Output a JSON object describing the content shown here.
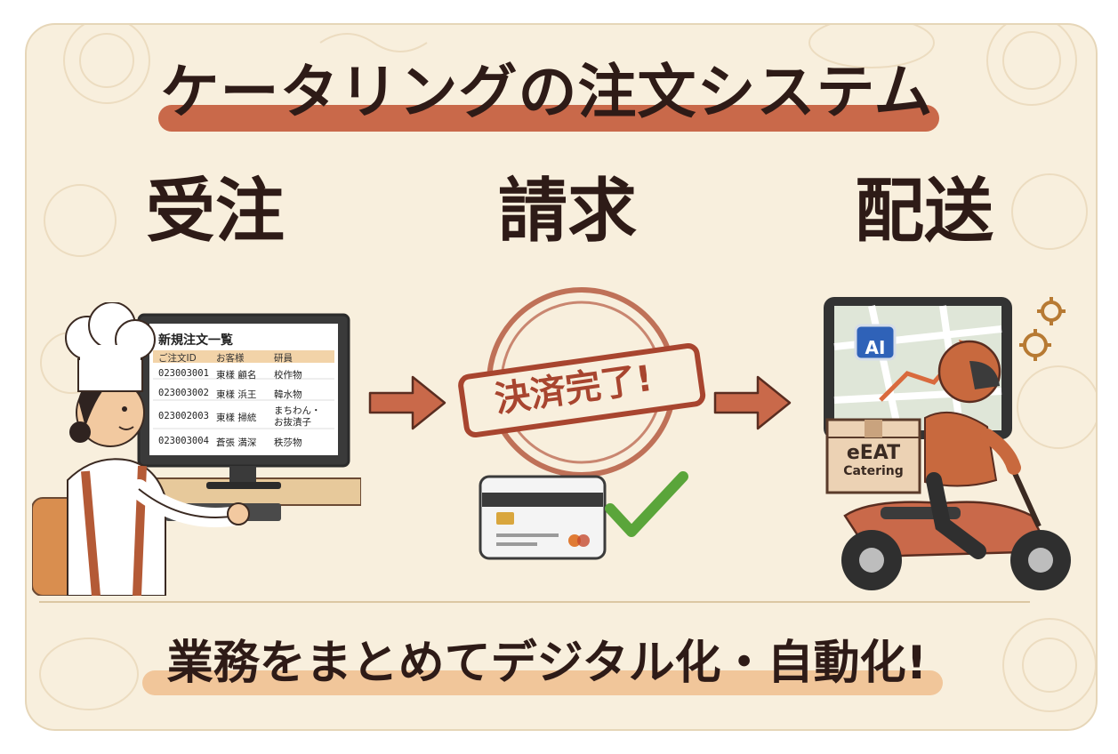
{
  "title": "ケータリングの注文システム",
  "steps": [
    {
      "label": "受注"
    },
    {
      "label": "請求"
    },
    {
      "label": "配送"
    }
  ],
  "order_screen": {
    "heading": "新規注文一覧",
    "columns": [
      "ご注文ID",
      "お客様",
      "研員"
    ],
    "rows": [
      {
        "id": "023003001",
        "customer": "東樣 顧名",
        "item": "校作物"
      },
      {
        "id": "023003002",
        "customer": "東樣 浜王",
        "item": "韓水物"
      },
      {
        "id": "023002003",
        "customer": "東樣 掃統",
        "item": "まちわん・\nお抜漬子"
      },
      {
        "id": "023003004",
        "customer": "蒼張 満深",
        "item": "秩莎物"
      }
    ]
  },
  "stamp": {
    "text": "決済完了!"
  },
  "delivery": {
    "box_brand": "eEAT",
    "box_sub": "Catering",
    "chip_label": "AI"
  },
  "footer": "業務をまとめてデジタル化・自動化!",
  "colors": {
    "accent": "#c9694a",
    "ink": "#2e1b17",
    "background": "#f8efdd",
    "check": "#5aa53a"
  }
}
